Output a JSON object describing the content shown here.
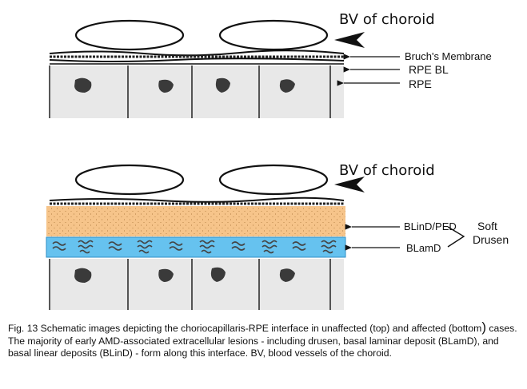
{
  "top_panel": {
    "bv_label": "BV of choroid",
    "bruchs_label": "Bruch's Membrane",
    "rpe_bl_label": "RPE BL",
    "rpe_label": "RPE"
  },
  "bottom_panel": {
    "bv_label": "BV of choroid",
    "blind_label": "BLinD/PED",
    "blamd_label": "BLamD",
    "soft_label": "Soft",
    "drusen_label": "Drusen"
  },
  "caption": {
    "part1": "Fig. 13 Schematic images depicting the choriocapillaris-RPE interface in unaffected (top) and affected (bottom",
    "paren": ")",
    "part2": " cases. The majority of early AMD-associated extracellular lesions - including drusen, basal laminar deposit (BLamD), and basal linear deposits (BLinD) - form along this interface. BV, blood vessels of the choroid."
  },
  "colors": {
    "blind_layer": "#f6c48a",
    "blamd_layer": "#66c2ef",
    "rpe_cell": "#e8e8e8",
    "nucleus": "#3a3a3a"
  }
}
